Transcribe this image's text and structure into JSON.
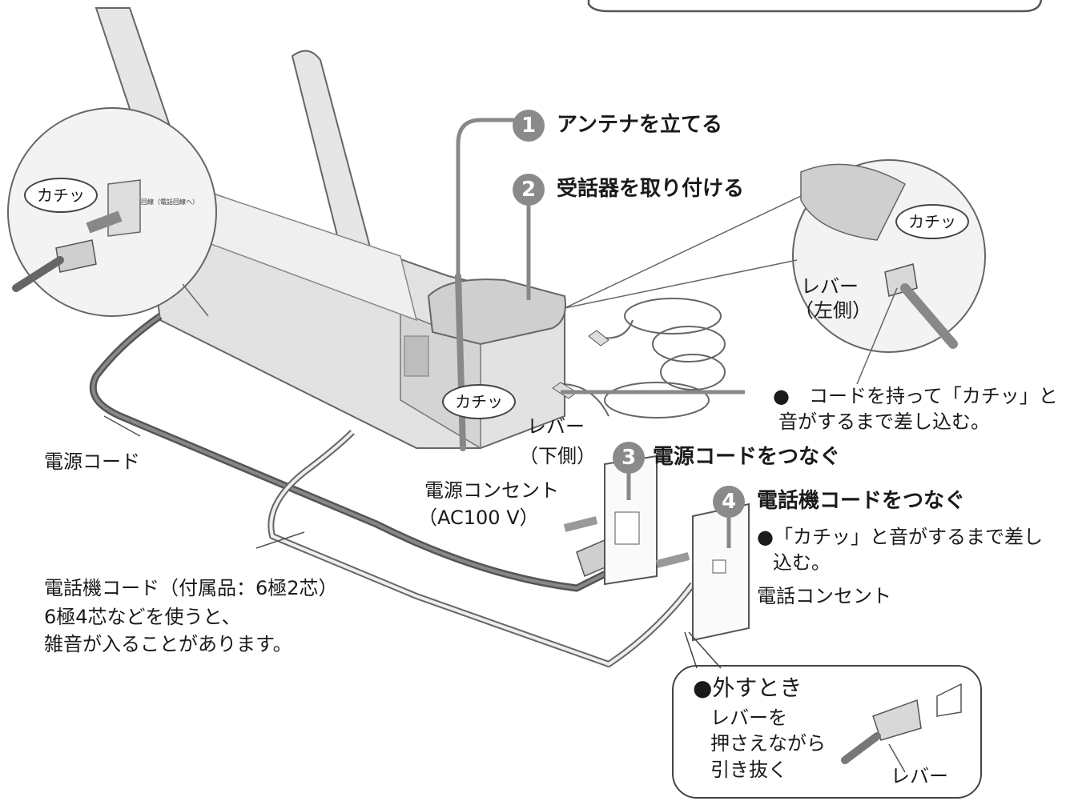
{
  "steps": [
    {
      "num": "1",
      "text": "アンテナを立てる"
    },
    {
      "num": "2",
      "text": "受話器を取り付ける"
    },
    {
      "num": "3",
      "text": "電源コードをつなぐ"
    },
    {
      "num": "4",
      "text": "電話機コードをつなぐ"
    }
  ],
  "labels": {
    "click_left": "カチッ",
    "click_right": "カチッ",
    "click_center": "カチッ",
    "lever_left_side": "レバー",
    "lever_left_side_note": "（左側）",
    "lever_bottom": "レバー",
    "lever_bottom_note": "（下側）",
    "cord_note_line1": "●　コードを持って「カチッ」と",
    "cord_note_line2": "音がするまで差し込む。",
    "power_cord": "電源コード",
    "power_outlet_line1": "電源コンセント",
    "power_outlet_line2": "（AC100 V）",
    "step4_note_line1": "●「カチッ」と音がするまで差し",
    "step4_note_line2": "込む。",
    "phone_outlet": "電話コンセント",
    "phone_cord_line1": "電話機コード（付属品：6極2芯）",
    "phone_cord_line2": "6極4芯などを使うと、",
    "phone_cord_line3": "雑音が入ることがあります。",
    "port_label": "回線（電話回線へ）"
  },
  "removal_box": {
    "title": "●外すとき",
    "line1": "レバーを",
    "line2": "押さえながら",
    "line3": "引き抜く",
    "lever": "レバー"
  }
}
